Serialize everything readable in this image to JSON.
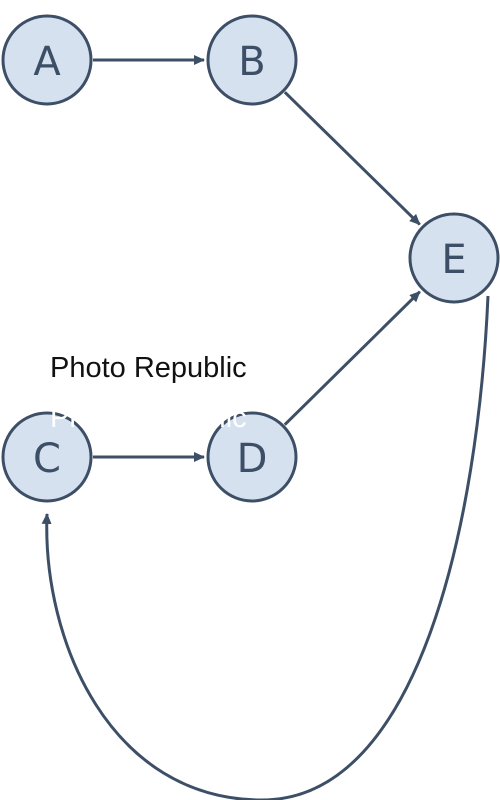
{
  "diagram": {
    "nodes": [
      {
        "id": "A",
        "label": "A"
      },
      {
        "id": "B",
        "label": "B"
      },
      {
        "id": "C",
        "label": "C"
      },
      {
        "id": "D",
        "label": "D"
      },
      {
        "id": "E",
        "label": "E"
      }
    ],
    "edges": [
      {
        "from": "A",
        "to": "B"
      },
      {
        "from": "B",
        "to": "E"
      },
      {
        "from": "C",
        "to": "D"
      },
      {
        "from": "D",
        "to": "E"
      },
      {
        "from": "E",
        "to": "C"
      }
    ]
  },
  "watermark": {
    "text_dark": "Photo Republic",
    "text_light": "Photo Republic"
  },
  "colors": {
    "node_fill": "#d6e1f0",
    "node_stroke": "#3d4f66",
    "edge": "#3d4f66",
    "label": "#3d4f66",
    "watermark_dark": "#111111",
    "watermark_light": "#ffffff"
  }
}
